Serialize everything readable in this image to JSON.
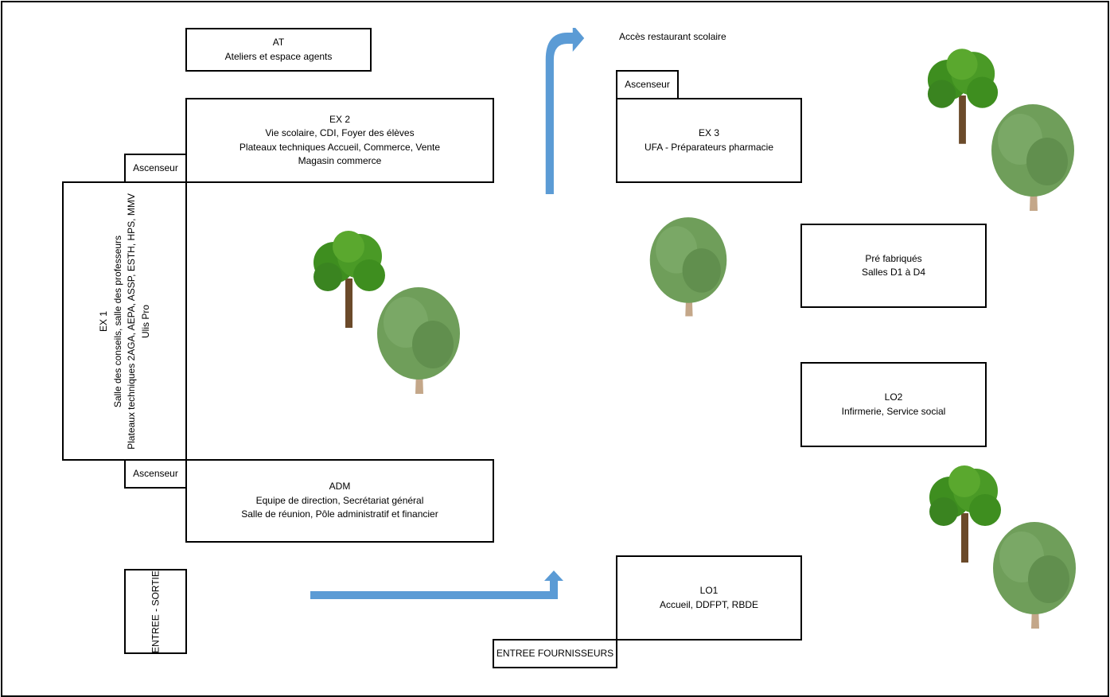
{
  "buildings": {
    "at": {
      "title": "AT",
      "lines": [
        "Ateliers et espace agents"
      ]
    },
    "ex2": {
      "title": "EX 2",
      "lines": [
        "Vie scolaire, CDI, Foyer des élèves",
        "Plateaux techniques Accueil, Commerce, Vente",
        "Magasin commerce"
      ]
    },
    "ex1": {
      "title": "EX 1",
      "lines": [
        "Salle des conseils, salle des professeurs",
        "Plateaux techniques 2AGA, AEPA, ASSP, ESTH, HPS, MMV",
        "Ulis Pro"
      ]
    },
    "adm": {
      "title": "ADM",
      "lines": [
        "Equipe de direction, Secrétariat général",
        "Salle de réunion, Pôle administratif et financier"
      ]
    },
    "ex3": {
      "title": "EX 3",
      "lines": [
        "UFA - Préparateurs pharmacie"
      ]
    },
    "prefab": {
      "title": "Pré fabriqués",
      "lines": [
        "Salles D1 à D4"
      ]
    },
    "lo2": {
      "title": "LO2",
      "lines": [
        "Infirmerie, Service social"
      ]
    },
    "lo1": {
      "title": "LO1",
      "lines": [
        "Accueil, DDFPT, RBDE"
      ]
    }
  },
  "elevator_label": "Ascenseur",
  "entrances": {
    "main": "ENTREE - SORTIE",
    "suppliers": "ENTREE FOURNISSEURS"
  },
  "restaurant_access": "Accès restaurant scolaire",
  "colors": {
    "arrow": "#5b9bd5",
    "tree_dark": "#3e8e1f",
    "tree_light": "#6f9e5a",
    "trunk": "#6b4a2a"
  }
}
